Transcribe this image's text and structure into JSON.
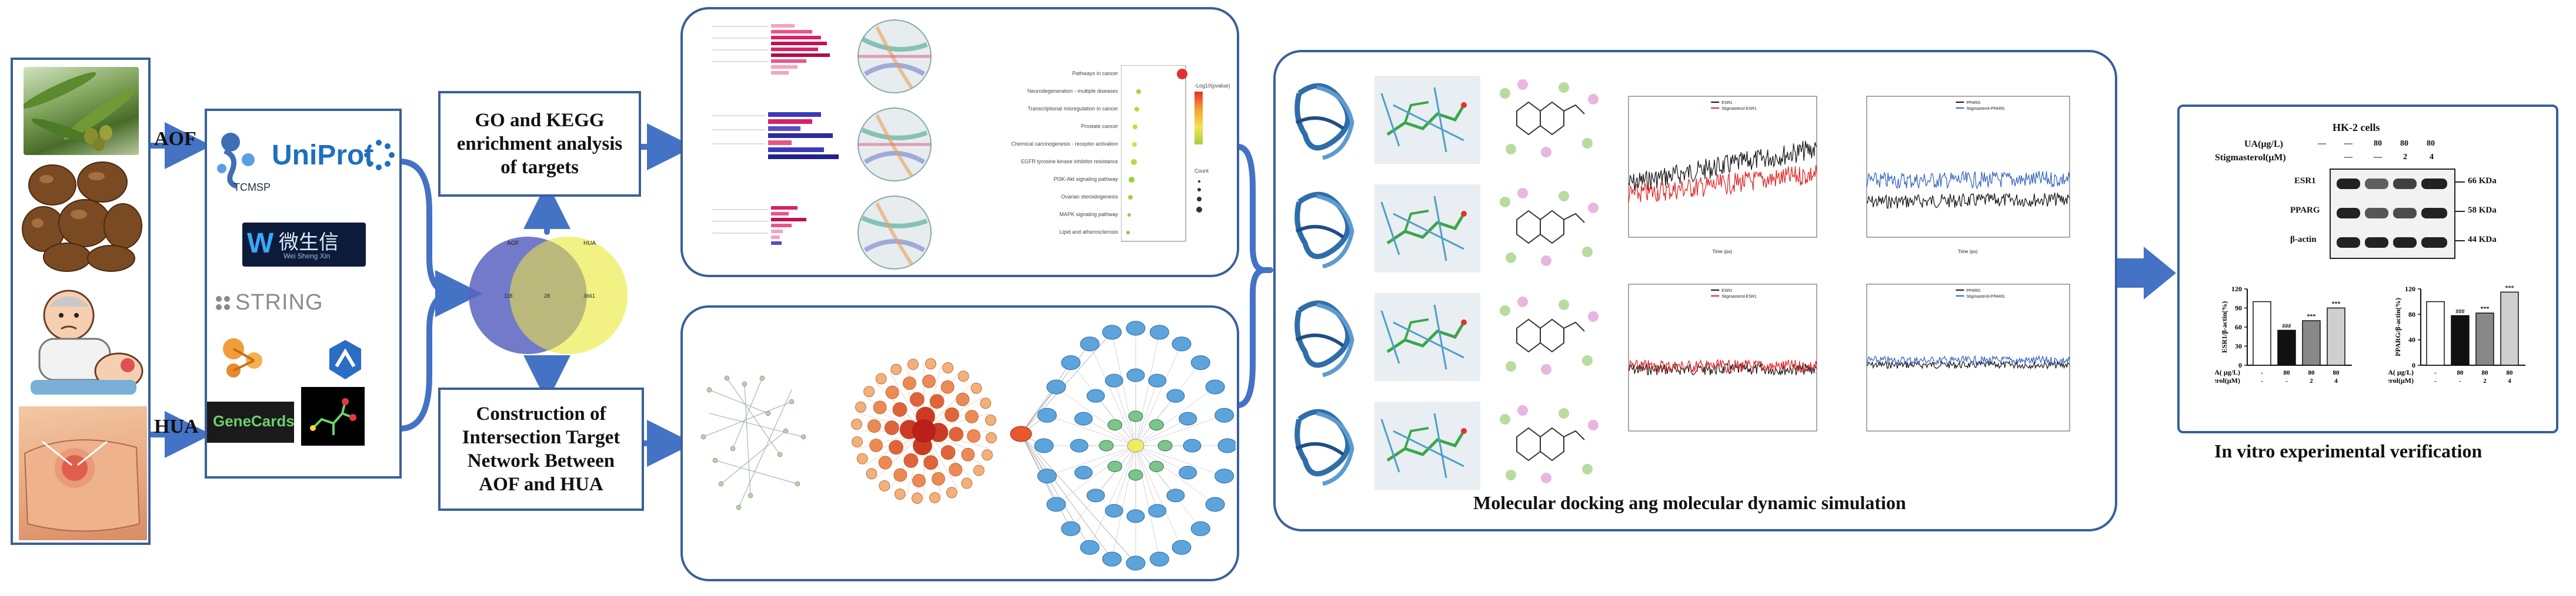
{
  "input_labels": {
    "aof": "AOF",
    "hua": "HUA"
  },
  "databases": {
    "tcmsp": "TCMSP",
    "uniprot": "UniProt",
    "weishengxin": "微生信",
    "weishengxin_sub": "Wei Sheng Xin",
    "string": "STRING",
    "genecards": "GeneCards"
  },
  "venn": {
    "left_label": "AOF",
    "right_label": "HUA",
    "left_count": "118",
    "overlap_count": "28",
    "right_count": "3661"
  },
  "boxes": {
    "go_kegg": "GO and KEGG enrichment analysis of targets",
    "network": "Construction of Intersection Target Network Between AOF and HUA"
  },
  "kegg_bubble": {
    "pathways": [
      "Pathways in cancer",
      "Neurodegeneration - multiple diseases",
      "Transcriptional misregulation in cancer",
      "Prostate cancer",
      "Chemical carcinogenesis - receptor activation",
      "EGFR tyrosine kinase inhibitor resistance",
      "PI3K-Akt signaling pathway",
      "Ovarian steroidogenesis",
      "MAPK signaling pathway",
      "Lipid and atherosclerosis"
    ],
    "legend_title": "-Log10(pvalue)",
    "count_title": "Count"
  },
  "captions": {
    "docking": "Molecular docking ang molecular dynamic simulation",
    "invitro": "In vitro experimental verification"
  },
  "md_legends": {
    "esr1": [
      "ESR1",
      "Stigmasterol-ESR1"
    ],
    "pparg": [
      "PPARG",
      "Stigmasterol-PPARG"
    ]
  },
  "md_axis_x": [
    "Time (ps)",
    "Time (ps)"
  ],
  "western": {
    "cell_line": "HK-2 cells",
    "row_ua": "UA(μg/L)",
    "row_stig": "Stigmasterol(μM)",
    "ua_values": [
      "—",
      "—",
      "80",
      "80",
      "80"
    ],
    "stig_values": [
      "—",
      "—",
      "2",
      "4"
    ],
    "bands": [
      "ESR1",
      "PPARG",
      "β-actin"
    ],
    "weights": [
      "66 KDa",
      "58 KDa",
      "44 KDa"
    ]
  },
  "bar_charts": [
    {
      "ylabel": "ESR1/β-actin(%)",
      "yticks": [
        "0",
        "30",
        "60",
        "90",
        "120"
      ],
      "values": [
        100,
        55,
        70,
        90
      ],
      "sig": [
        "",
        "###",
        "***",
        "***"
      ]
    },
    {
      "ylabel": "PPARG/β-actin(%)",
      "yticks": [
        "0",
        "40",
        "80",
        "120"
      ],
      "values": [
        100,
        78,
        82,
        115
      ],
      "sig": [
        "",
        "###",
        "***",
        "***"
      ]
    }
  ],
  "bar_x": {
    "ua": "UA(   μg/L)",
    "stig": "Stigmasterol(μM)",
    "ua_vals": [
      "-",
      "80",
      "80",
      "80"
    ],
    "stig_vals": [
      "-",
      "-",
      "2",
      "4"
    ]
  },
  "colors": {
    "frame": "#3a5f9b",
    "arrow": "#4472c4"
  }
}
